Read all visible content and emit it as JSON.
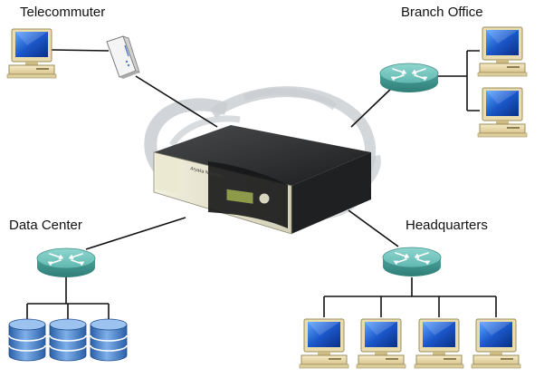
{
  "labels": {
    "telecommuter": "Telecommuter",
    "branch_office": "Branch Office",
    "data_center": "Data Center",
    "headquarters": "Headquarters"
  },
  "appliance": {
    "brand_text": "Aryaka Networks"
  },
  "colors": {
    "router": "#5fb8b0",
    "monitor_screen": "#1b57c9",
    "computer_case": "#efe0b0",
    "database": "#3a77c6",
    "link": "#111111",
    "cloud": "#c9cdd1",
    "appliance_front": "#e8e5cf",
    "appliance_body": "#2a2b2c"
  },
  "icons": {
    "router": "router-icon",
    "computer": "desktop-computer-icon",
    "database": "database-icon",
    "modem": "wireless-modem-icon",
    "appliance": "wan-appliance-icon",
    "cloud": "network-cloud-icon"
  }
}
